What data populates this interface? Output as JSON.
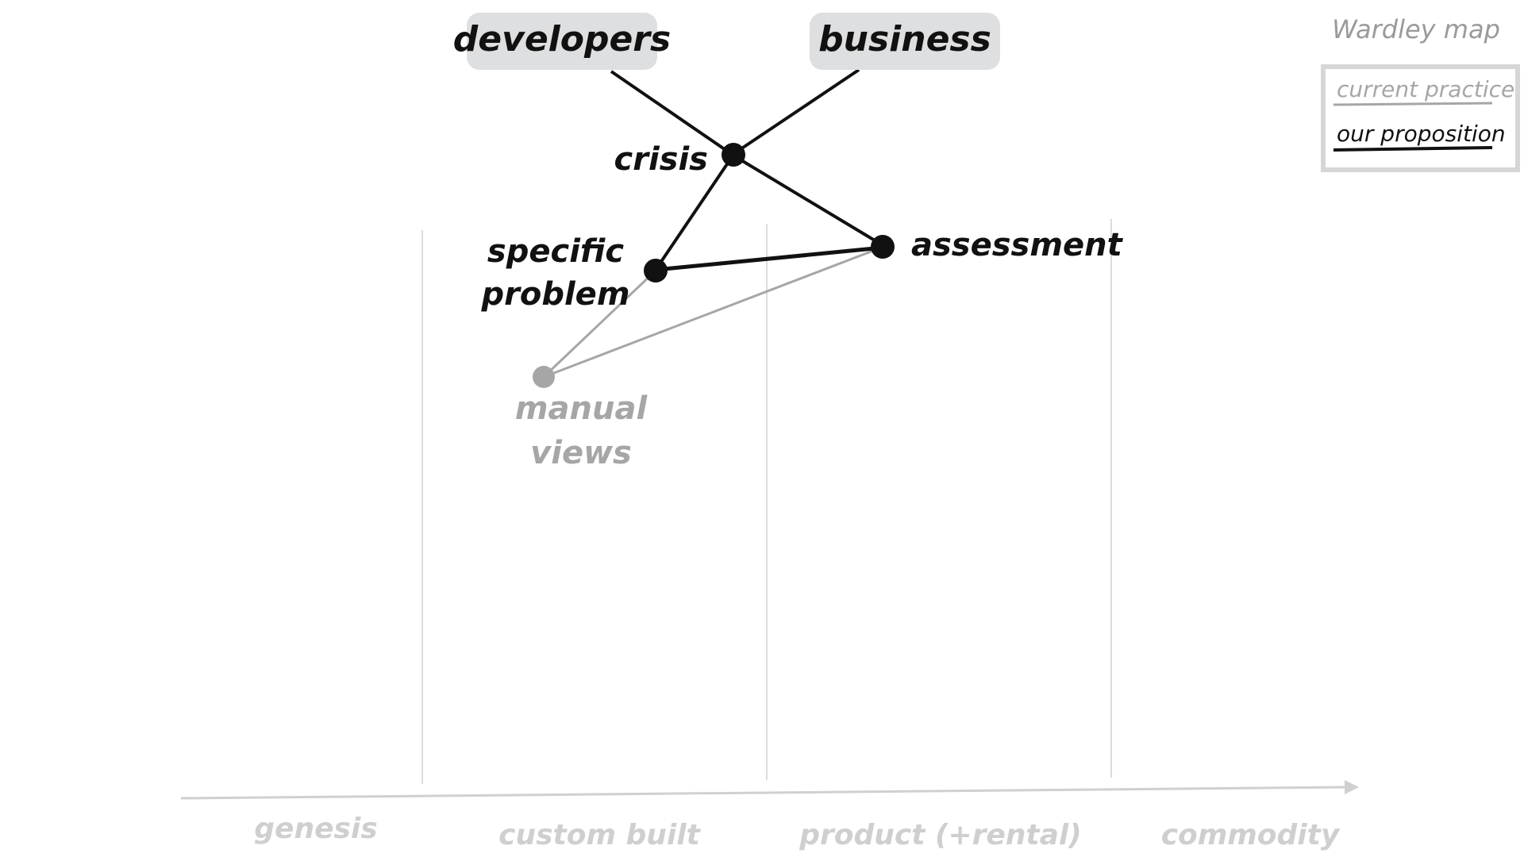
{
  "title": "Wardley map",
  "legend": {
    "current": "current practice",
    "proposition": "our proposition"
  },
  "users": {
    "developers": "developers",
    "business": "business"
  },
  "components": {
    "crisis": "crisis",
    "specific_problem": [
      "specific",
      "problem"
    ],
    "assessment": "assessment",
    "manual_views": [
      "manual",
      "views"
    ]
  },
  "axis": {
    "stages": [
      "genesis",
      "custom built",
      "product (+rental)",
      "commodity"
    ]
  },
  "colors": {
    "proposition": "#111111",
    "current": "#a6a6a6",
    "user_box": "#dedfe1",
    "grid": "#dcdcdc",
    "axis": "#d0d0d0"
  }
}
